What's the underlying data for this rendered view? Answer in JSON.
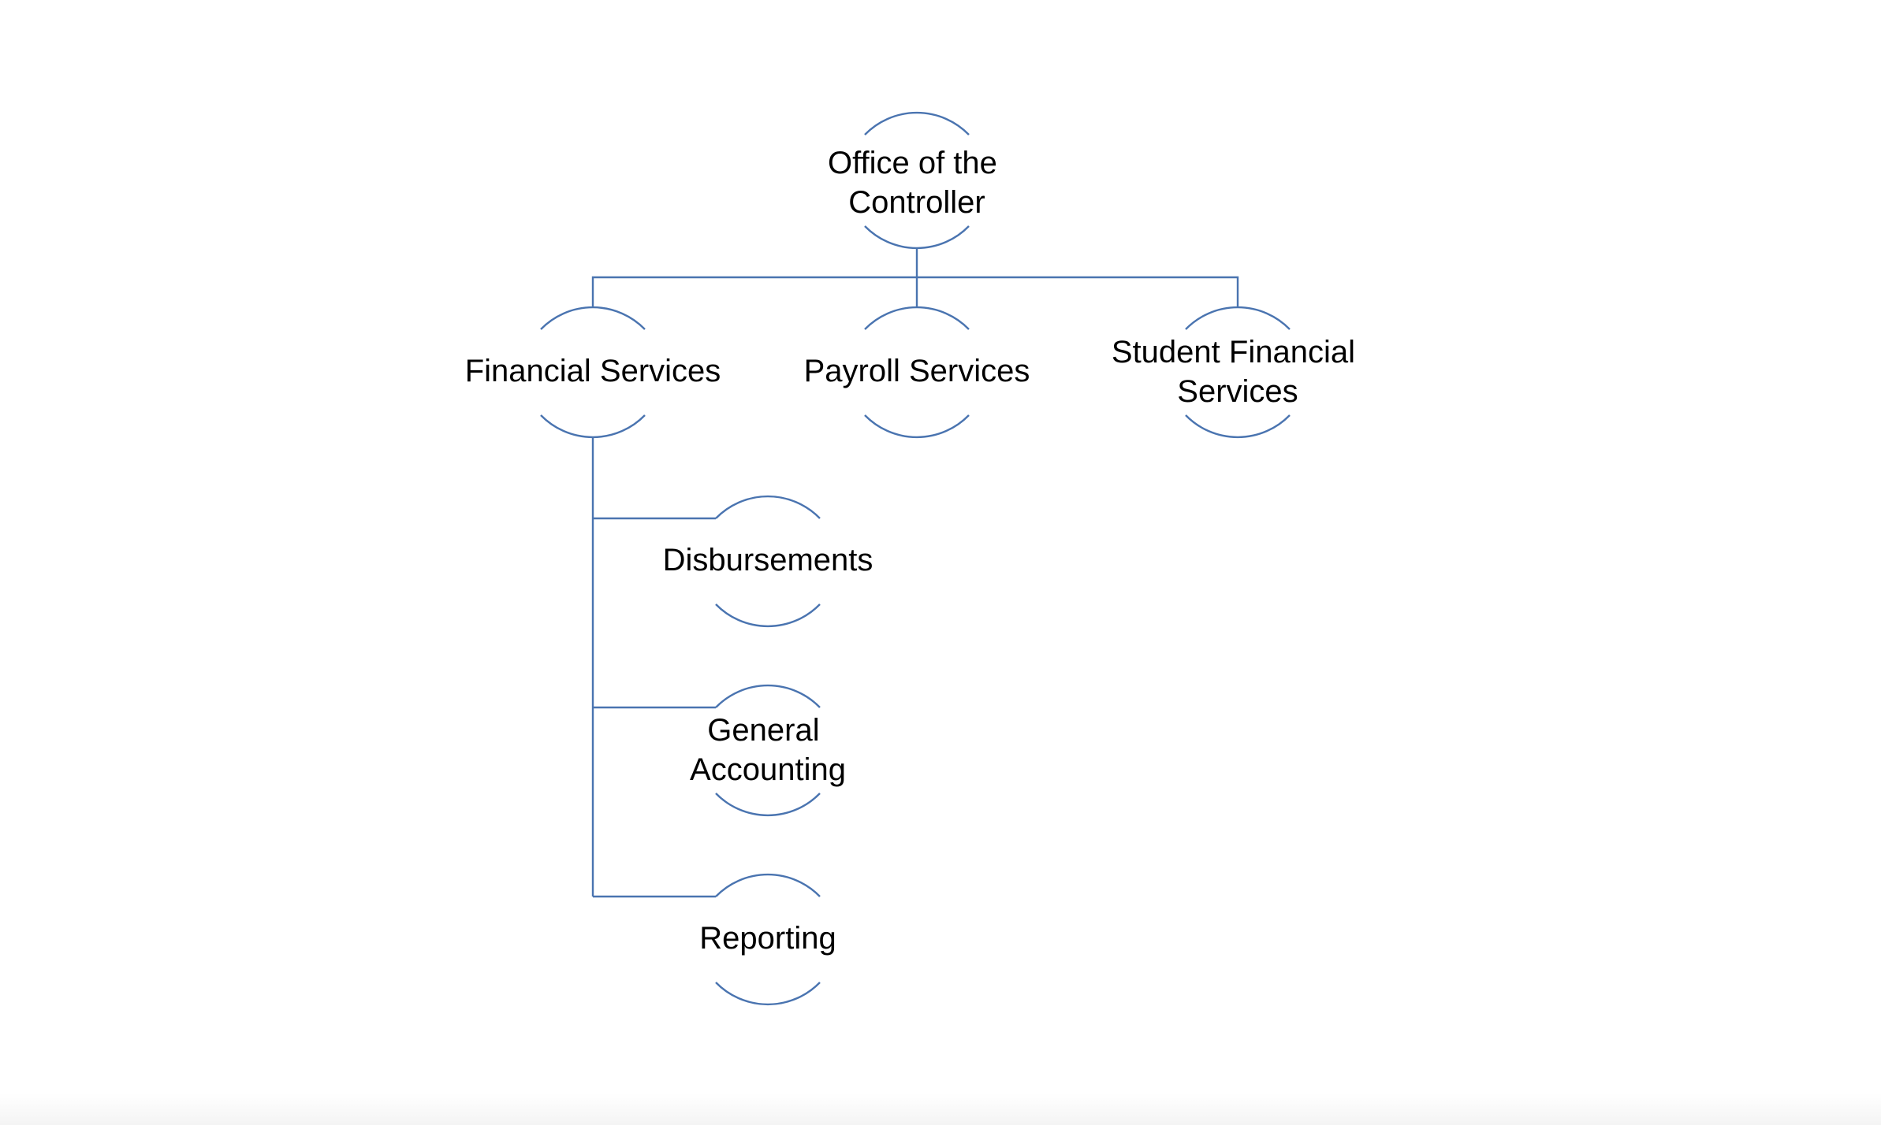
{
  "colors": {
    "line": "#4a74b0",
    "text": "#000000",
    "background": "#ffffff"
  },
  "org_chart": {
    "root": {
      "lines": [
        "Office of the",
        "Controller"
      ]
    },
    "children": [
      {
        "lines": [
          "Financial Services"
        ]
      },
      {
        "lines": [
          "Payroll Services"
        ]
      },
      {
        "lines": [
          "Student Financial",
          "Services"
        ]
      }
    ],
    "sub_children": [
      {
        "lines": [
          "Disbursements"
        ]
      },
      {
        "lines": [
          "General",
          "Accounting"
        ]
      },
      {
        "lines": [
          "Reporting"
        ]
      }
    ]
  }
}
